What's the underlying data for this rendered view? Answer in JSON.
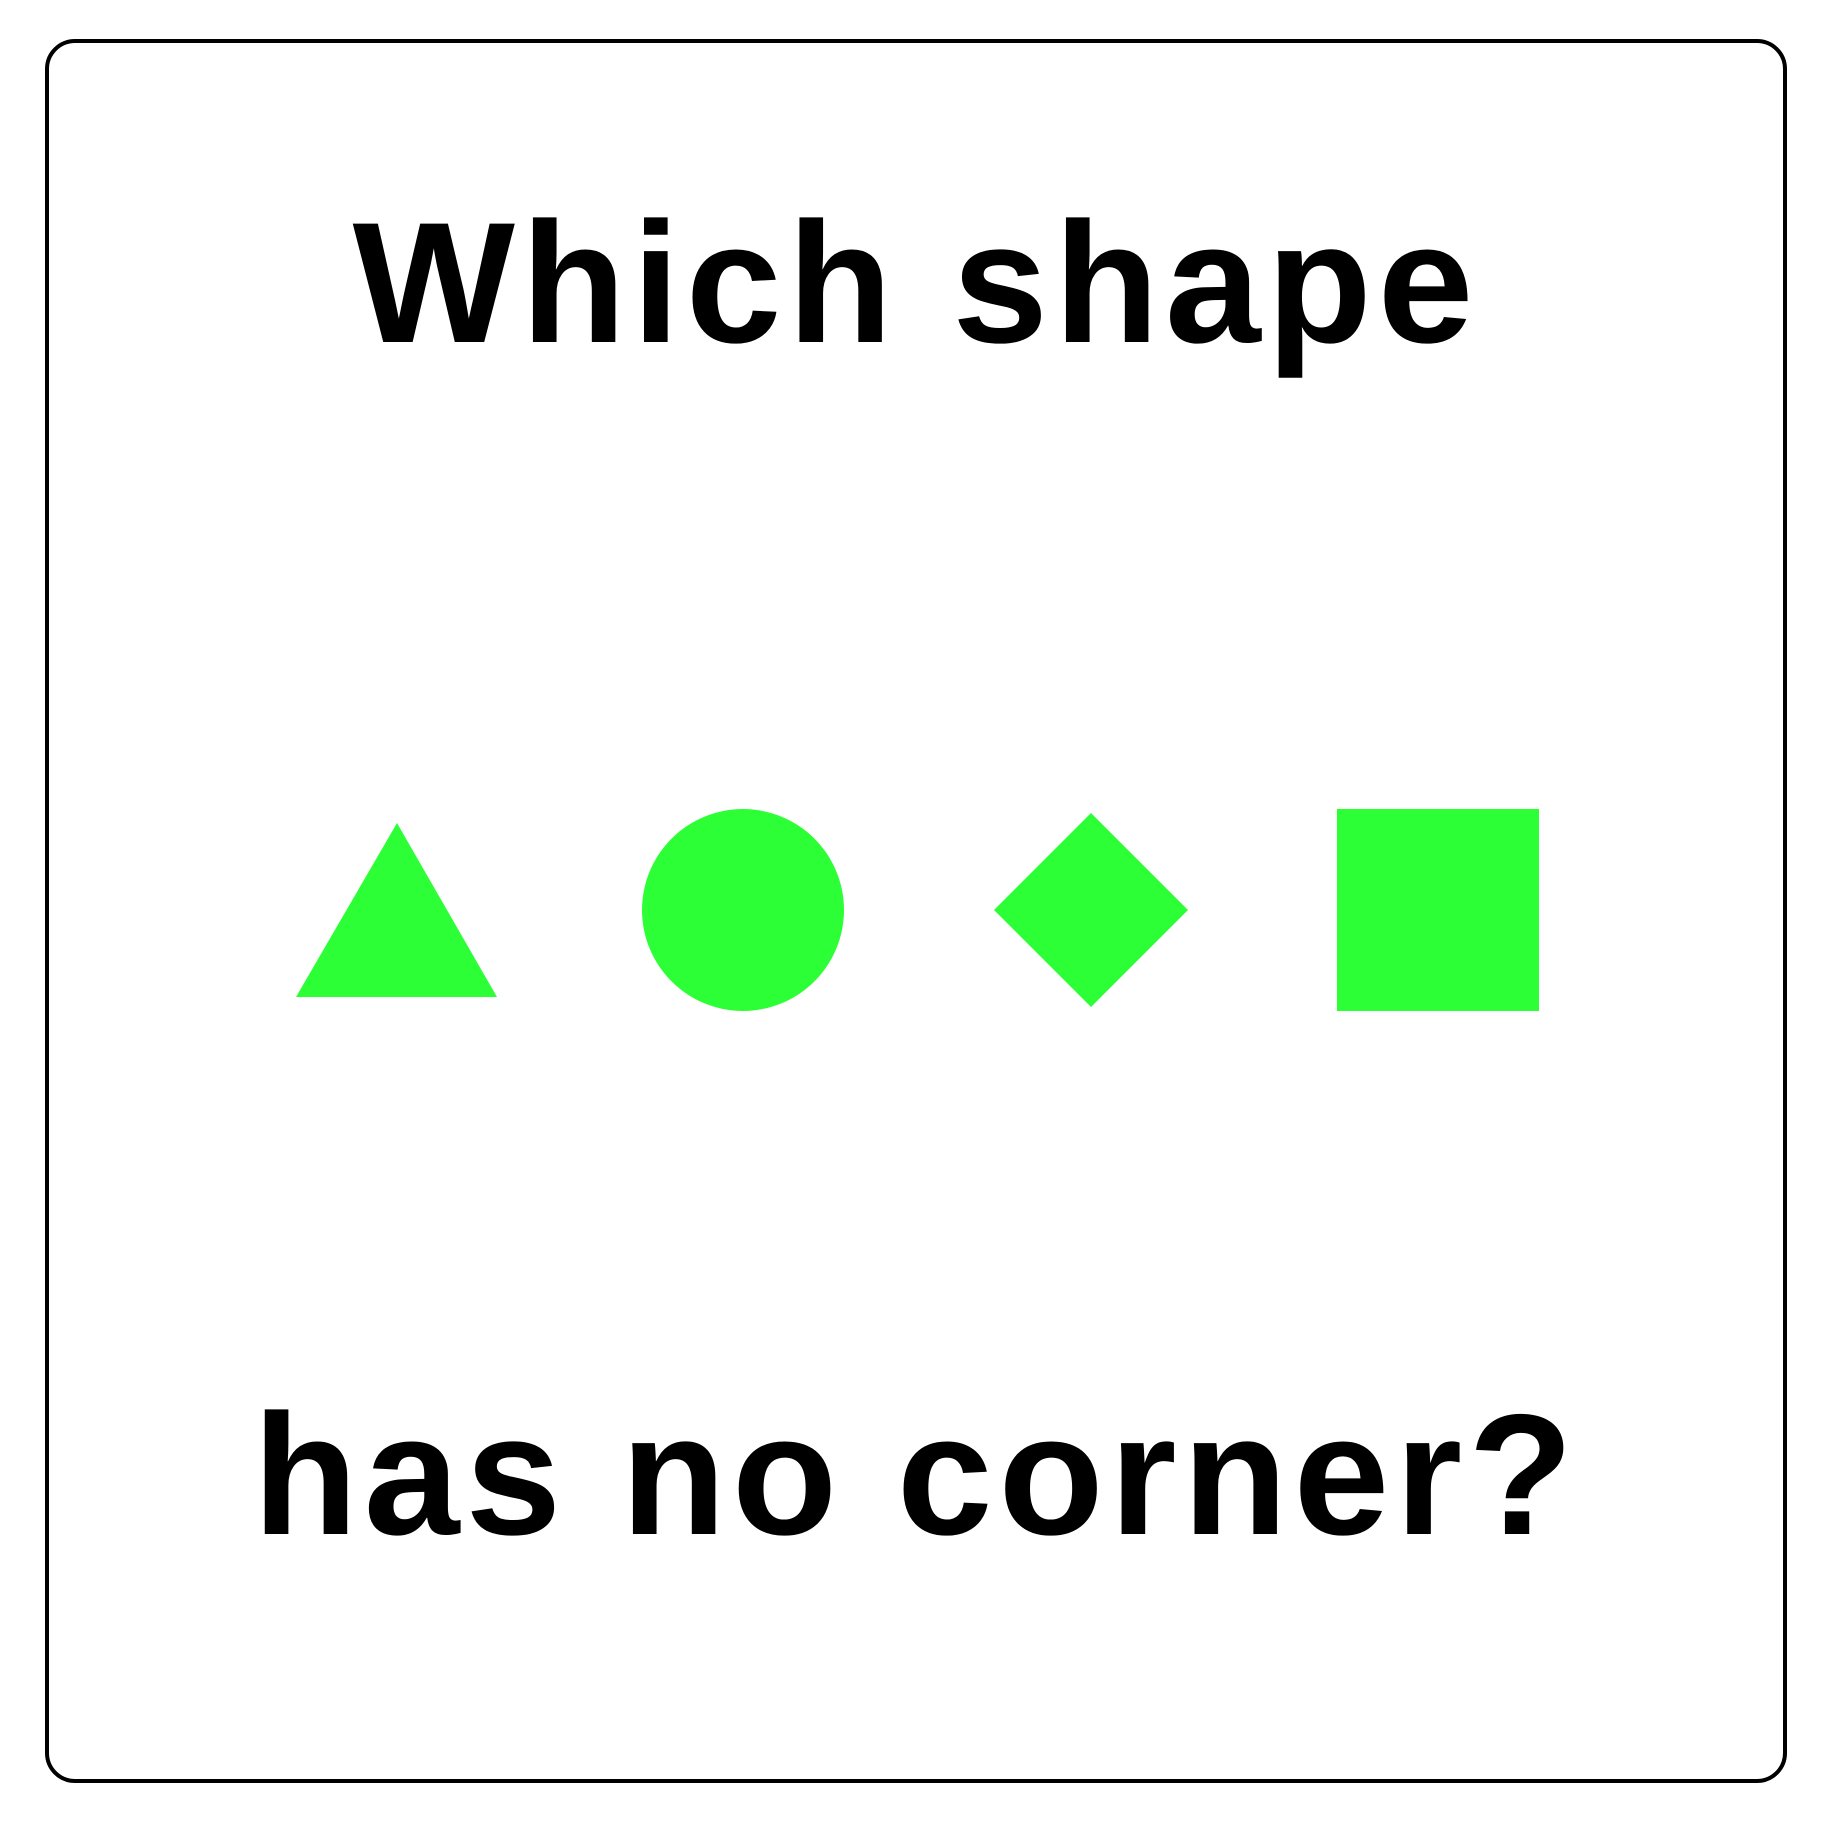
{
  "question": {
    "line1": "Which shape",
    "line2": "has no corner?"
  },
  "shapes": [
    {
      "name": "triangle",
      "color": "#2dff37"
    },
    {
      "name": "circle",
      "color": "#2dff37"
    },
    {
      "name": "diamond",
      "color": "#2dff37"
    },
    {
      "name": "square",
      "color": "#2dff37"
    }
  ],
  "colors": {
    "border": "#000000",
    "text": "#000000",
    "background": "#ffffff",
    "shape_fill": "#2dff37"
  }
}
